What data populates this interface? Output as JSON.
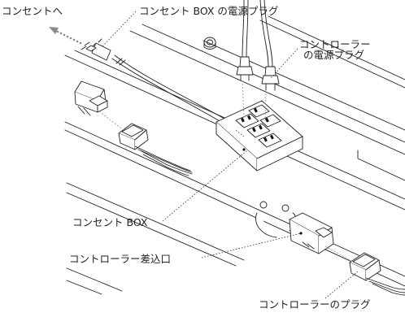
{
  "labels": {
    "outlet": "コンセントへ",
    "box_plug": "コンセント BOX の電源プラグ",
    "controller_plug_line1": "コントローラー",
    "controller_plug_line2": "の電源プラグ",
    "outlet_box": "コンセント BOX",
    "controller_inlet": "コントローラー差込口",
    "controller_connector": "コントローラーのプラグ"
  },
  "colors": {
    "line": "#222222",
    "leader": "#333333",
    "arrow_dots": "#8a8a8a",
    "fill": "#ffffff",
    "socket": "#111111"
  }
}
